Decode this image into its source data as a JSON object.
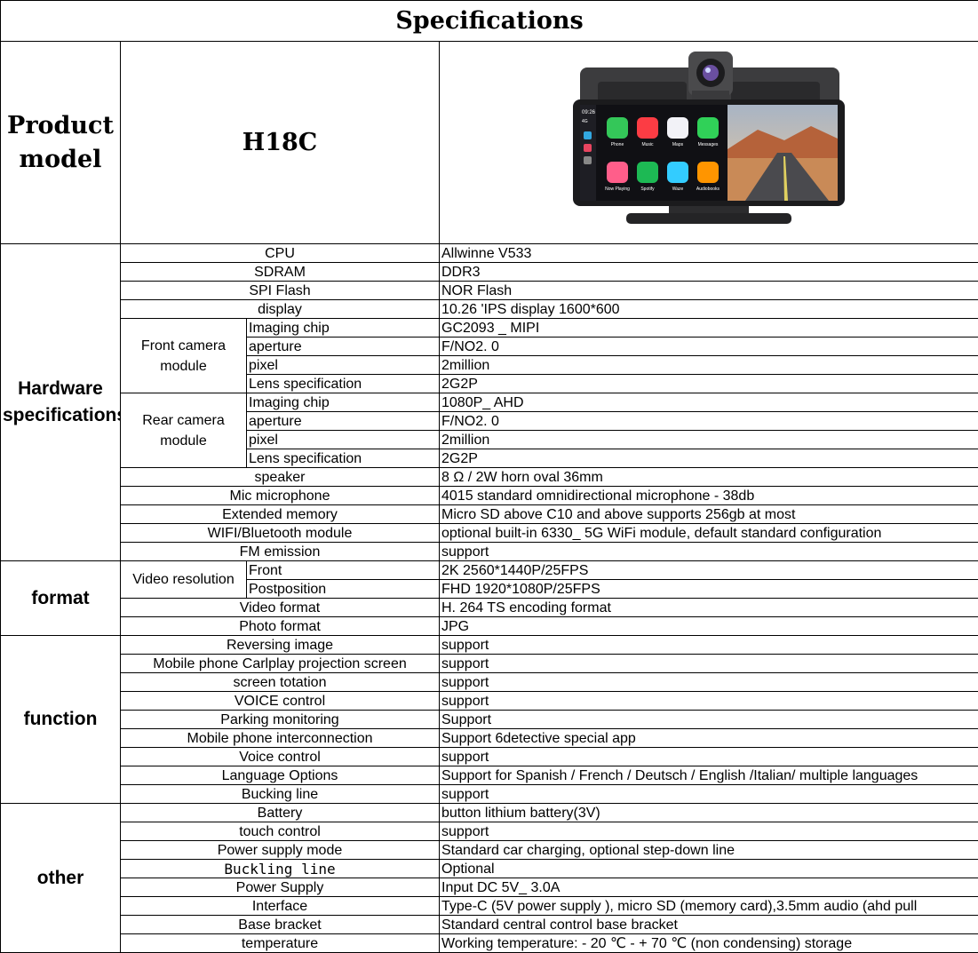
{
  "title": "Specifications",
  "product": {
    "label": "Product model",
    "value": "H18C"
  },
  "device_screen": {
    "time": "09:26",
    "signal": "4G",
    "apps": [
      "Phone",
      "Music",
      "Maps",
      "Messages",
      "Now Playing",
      "Spotify",
      "Waze",
      "Audiobooks"
    ]
  },
  "sections": {
    "hardware": "Hardware specifications",
    "format": "format",
    "function": "function",
    "other": "other"
  },
  "groups": {
    "front_camera": "Front camera module",
    "rear_camera": "Rear camera module",
    "video_resolution": "Video resolution"
  },
  "rows": {
    "cpu": {
      "label": "CPU",
      "value": "Allwinne V533"
    },
    "sdram": {
      "label": "SDRAM",
      "value": "DDR3"
    },
    "spi": {
      "label": "SPI Flash",
      "value": "NOR Flash"
    },
    "display": {
      "label": "display",
      "value": "10.26 'IPS display 1600*600"
    },
    "front_chip": {
      "label": "Imaging chip",
      "value": "GC2093 _ MIPI"
    },
    "front_aperture": {
      "label": "aperture",
      "value": "F/NO2. 0"
    },
    "front_pixel": {
      "label": "pixel",
      "value": "2million"
    },
    "front_lens": {
      "label": "Lens specification",
      "value": "2G2P"
    },
    "rear_chip": {
      "label": "Imaging chip",
      "value": "1080P_ AHD"
    },
    "rear_aperture": {
      "label": "aperture",
      "value": "F/NO2. 0"
    },
    "rear_pixel": {
      "label": "pixel",
      "value": "2million"
    },
    "rear_lens": {
      "label": "Lens specification",
      "value": "2G2P"
    },
    "speaker": {
      "label": "speaker",
      "value": "8 Ω / 2W horn oval 36mm"
    },
    "mic": {
      "label": "Mic microphone",
      "value": "4015 standard omnidirectional microphone - 38db"
    },
    "memory": {
      "label": "Extended memory",
      "value": "Micro SD above C10 and above supports 256gb at most"
    },
    "wifi": {
      "label": "WIFI/Bluetooth module",
      "value": " optional built-in 6330_ 5G WiFi module, default standard configuration"
    },
    "fm": {
      "label": "FM emission",
      "value": "support"
    },
    "res_front": {
      "label": "Front",
      "value": "2K 2560*1440P/25FPS"
    },
    "res_post": {
      "label": "Postposition",
      "value": "FHD 1920*1080P/25FPS"
    },
    "video_format": {
      "label": "Video format",
      "value": "H. 264  TS encoding format"
    },
    "photo_format": {
      "label": "Photo format",
      "value": "JPG"
    },
    "reversing": {
      "label": "Reversing image",
      "value": "support"
    },
    "carplay": {
      "label": "Mobile phone Carlplay projection screen",
      "value": "support"
    },
    "rotation": {
      "label": "screen totation",
      "value": "support"
    },
    "voice_upper": {
      "label": "VOICE control",
      "value": "support"
    },
    "parking": {
      "label": "Parking monitoring",
      "value": "Support"
    },
    "interconnect": {
      "label": "Mobile phone interconnection",
      "value": "Support 6detective special app"
    },
    "voice": {
      "label": "Voice control",
      "value": "support"
    },
    "language": {
      "label": "Language Options",
      "value": "Support for Spanish / French / Deutsch / English /Italian/ multiple languages"
    },
    "bucking": {
      "label": "Bucking line",
      "value": "support"
    },
    "battery": {
      "label": "Battery",
      "value": "button lithium battery(3V)"
    },
    "touch": {
      "label": "touch control",
      "value": "support"
    },
    "power_mode": {
      "label": "Power supply mode",
      "value": "Standard car charging, optional step-down line"
    },
    "buckling": {
      "label": "Buckling line",
      "value": "Optional"
    },
    "power_supply": {
      "label": "Power Supply",
      "value": "Input DC 5V_ 3.0A"
    },
    "interface": {
      "label": "Interface",
      "value": "Type-C (5V power supply ), micro SD (memory card),3.5mm audio (ahd pull"
    },
    "bracket": {
      "label": "Base bracket",
      "value": "Standard central control base bracket"
    },
    "temperature": {
      "label": "temperature",
      "value": "Working temperature: - 20 ℃ - + 70 ℃ (non condensing) storage"
    }
  },
  "colors": {
    "border": "#000000",
    "background": "#ffffff"
  }
}
